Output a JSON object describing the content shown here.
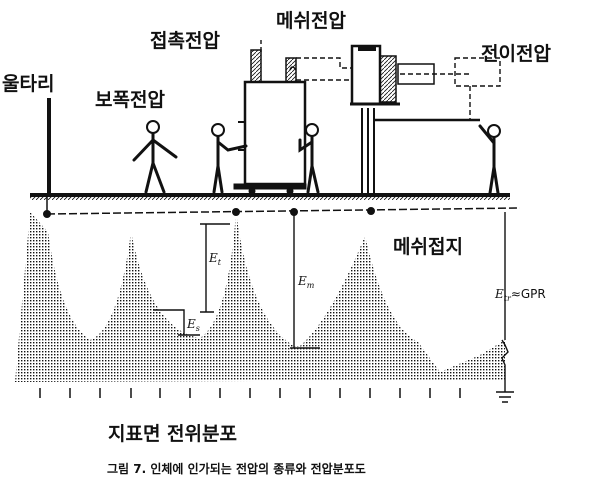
{
  "labels": {
    "fence": "울타리",
    "step": "보폭전압",
    "touch": "접촉전압",
    "mesh": "메쉬전압",
    "transfer": "전이전압",
    "mesh_ground": "메쉬접지",
    "surface": "지표면 전위분포"
  },
  "symbols": {
    "et": "E",
    "et_sub": "t",
    "es": "E",
    "es_sub": "s",
    "em": "E",
    "em_sub": "m",
    "etr": "E",
    "etr_sub": "tr",
    "gpr_suffix": "≈GPR"
  },
  "caption": "그림 7. 인체에 인가되는 전압의 종류와 전압분포도",
  "colors": {
    "ink": "#111111",
    "background": "#ffffff"
  }
}
